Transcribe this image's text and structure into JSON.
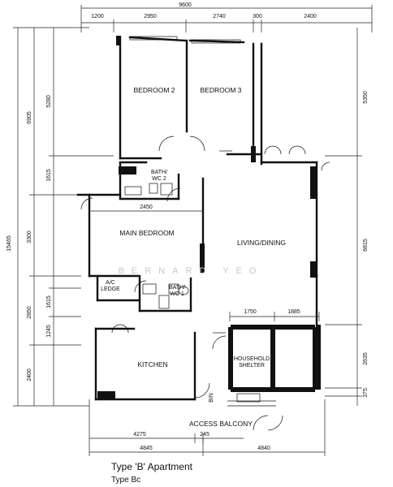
{
  "rooms": {
    "bedroom2": "BEDROOM 2",
    "bedroom3": "BEDROOM 3",
    "bath2_line1": "BATH/",
    "bath2_line2": "WC 2",
    "main_bedroom": "MAIN BEDROOM",
    "living_dining": "LIVING/DINING",
    "ac_ledge_line1": "A/C",
    "ac_ledge_line2": "LEDGE",
    "bath1_line1": "BATH/",
    "bath1_line2": "WC 1",
    "household_shelter_line1": "HOUSEHOLD",
    "household_shelter_line2": "SHELTER",
    "kitchen": "KITCHEN",
    "access_balcony": "ACCESS BALCONY",
    "bin": "BIN"
  },
  "dimensions": {
    "overall_width": "9600",
    "top": [
      "1200",
      "2950",
      "2740",
      "300",
      "2400"
    ],
    "left_total": "15465",
    "left_segments": [
      "6905",
      "3300",
      "2850",
      "2400"
    ],
    "left_inner": [
      "5280",
      "1615",
      "1615",
      "1245"
    ],
    "right": [
      "5350",
      "6815",
      "2635",
      "375"
    ],
    "bedroom_width": "2450",
    "shelter": [
      "1750",
      "1885"
    ],
    "bottom_inner": [
      "4275",
      "245"
    ],
    "bottom": [
      "4845",
      "4840"
    ]
  },
  "watermark": "BERNARD YEO",
  "caption": {
    "title": "Type 'B' Apartment",
    "subtitle": "Type Bc"
  }
}
